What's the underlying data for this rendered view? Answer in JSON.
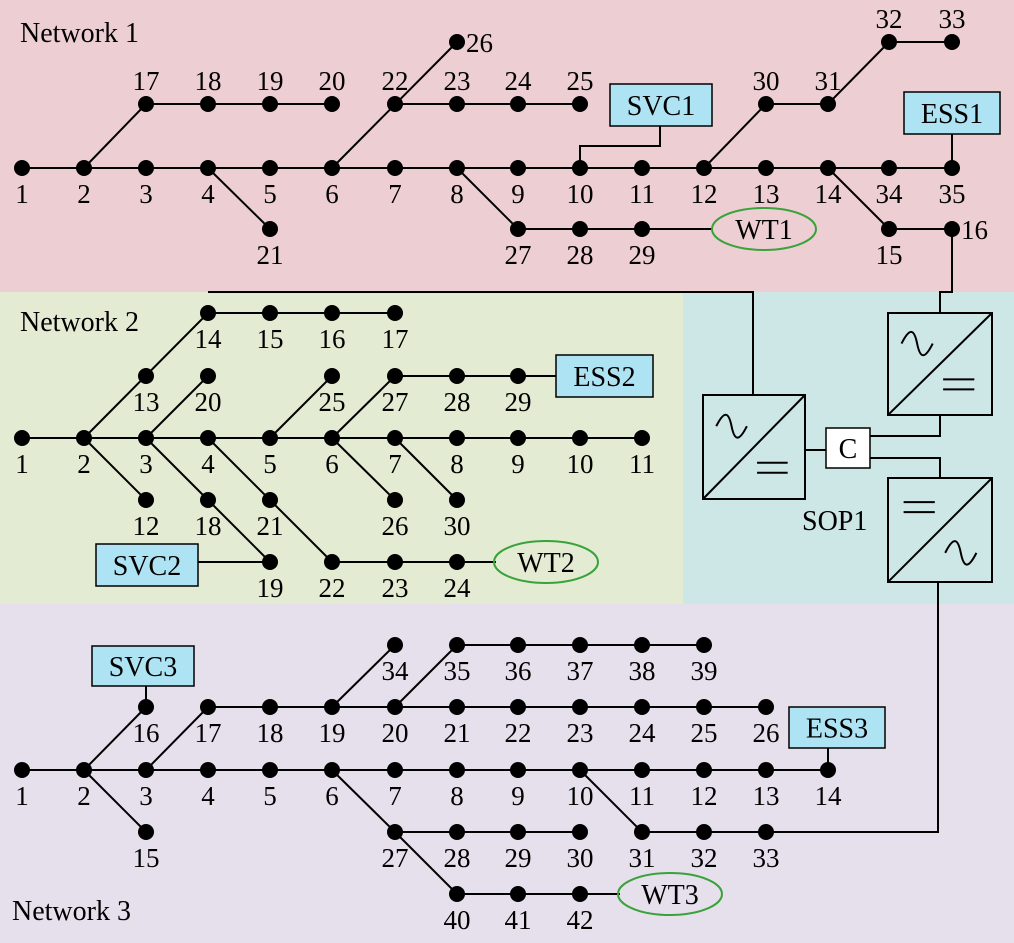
{
  "networks": [
    {
      "title": "Network 1"
    },
    {
      "title": "Network 2"
    },
    {
      "title": "Network 3"
    }
  ],
  "colors": {
    "network1_bg": "#edcfd3",
    "network2_bg": "#e3ebd3",
    "network3_bg": "#e6dfec",
    "sop_bg": "#cde6e6",
    "device_box": "#aee3f4",
    "wt_ellipse": "#3aa23a"
  },
  "devices": {
    "svc1": "SVC1",
    "ess1": "ESS1",
    "wt1": "WT1",
    "ess2": "ESS2",
    "svc2": "SVC2",
    "wt2": "WT2",
    "svc3": "SVC3",
    "ess3": "ESS3",
    "wt3": "WT3",
    "sop_label": "SOP1",
    "capacitor": "C"
  },
  "n1_nodes": [
    "1",
    "2",
    "3",
    "4",
    "5",
    "6",
    "7",
    "8",
    "9",
    "10",
    "11",
    "12",
    "13",
    "14",
    "15",
    "16",
    "17",
    "18",
    "19",
    "20",
    "21",
    "22",
    "23",
    "24",
    "25",
    "26",
    "27",
    "28",
    "29",
    "30",
    "31",
    "32",
    "33",
    "34",
    "35"
  ],
  "n2_nodes": [
    "1",
    "2",
    "3",
    "4",
    "5",
    "6",
    "7",
    "8",
    "9",
    "10",
    "11",
    "12",
    "13",
    "14",
    "15",
    "16",
    "17",
    "18",
    "19",
    "20",
    "21",
    "22",
    "23",
    "24",
    "25",
    "26",
    "27",
    "28",
    "29",
    "30"
  ],
  "n3_nodes": [
    "1",
    "2",
    "3",
    "4",
    "5",
    "6",
    "7",
    "8",
    "9",
    "10",
    "11",
    "12",
    "13",
    "14",
    "15",
    "16",
    "17",
    "18",
    "19",
    "20",
    "21",
    "22",
    "23",
    "24",
    "25",
    "26",
    "27",
    "28",
    "29",
    "30",
    "31",
    "32",
    "33",
    "34",
    "35",
    "36",
    "37",
    "38",
    "39",
    "40",
    "41",
    "42"
  ]
}
